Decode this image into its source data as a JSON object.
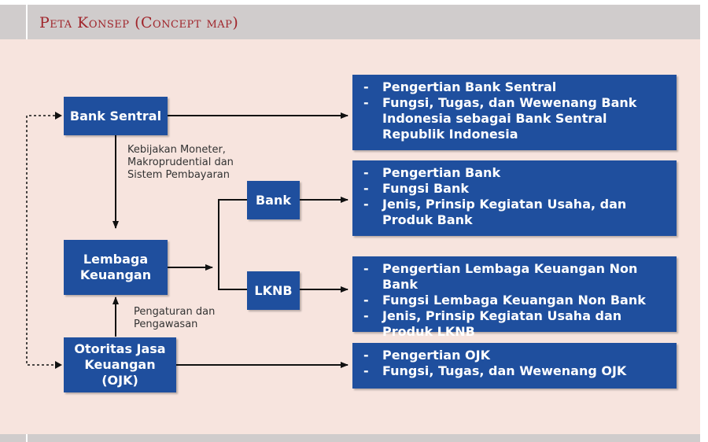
{
  "header": {
    "title": "Peta Konsep (Concept map)"
  },
  "nodes": {
    "bank_sentral": "Bank Sentral",
    "lembaga_keuangan": "Lembaga Keuangan",
    "ojk": "Otoritas Jasa Keuangan (OJK)",
    "bank": "Bank",
    "lknb": "LKNB"
  },
  "edge_labels": {
    "bs_to_lk": "Kebijakan Moneter, Makroprudential dan Sistem Pembayaran",
    "ojk_to_lk": "Pengaturan dan Pengawasan"
  },
  "info_boxes": {
    "bank_sentral": [
      "Pengertian Bank Sentral",
      "Fungsi, Tugas, dan Wewenang  Bank Indonesia sebagai Bank Sentral Republik Indonesia"
    ],
    "bank": [
      "Pengertian Bank",
      "Fungsi Bank",
      "Jenis, Prinsip Kegiatan Usaha, dan Produk Bank"
    ],
    "lknb": [
      "Pengertian Lembaga Keuangan Non Bank",
      "Fungsi Lembaga Keuangan Non Bank",
      "Jenis, Prinsip Kegiatan Usaha dan Produk LKNB"
    ],
    "ojk": [
      "Pengertian OJK",
      "Fungsi, Tugas, dan Wewenang OJK"
    ]
  },
  "colors": {
    "node_fill": "#1f4f9e",
    "panel_bg": "#f7e4de",
    "title": "#a0252b"
  }
}
